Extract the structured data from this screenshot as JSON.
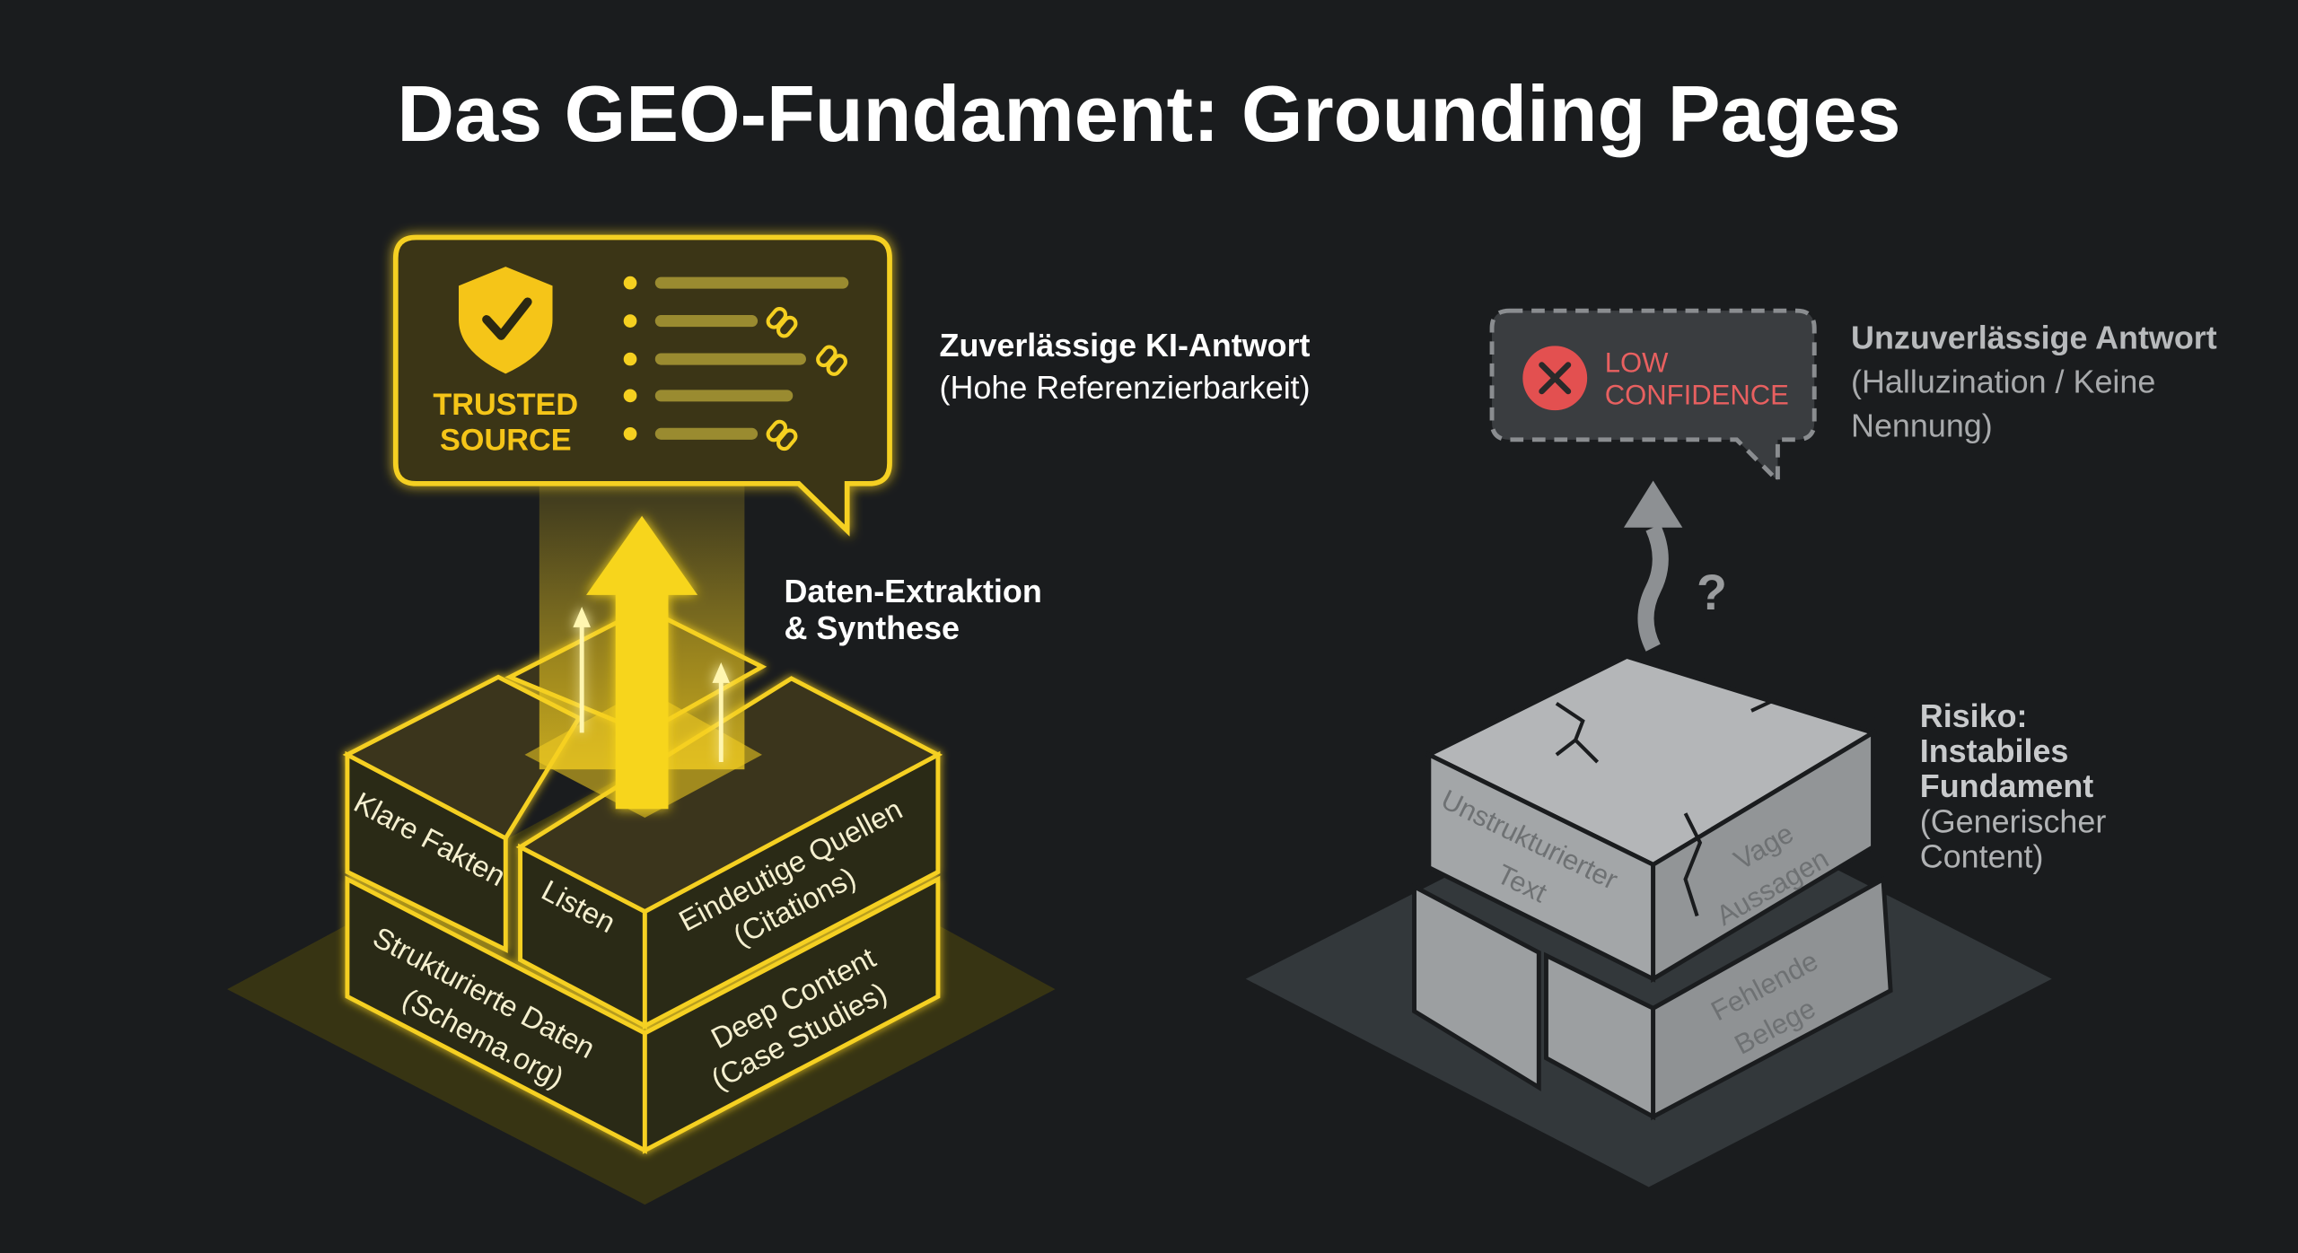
{
  "title": "Das GEO-Fundament: Grounding Pages",
  "colors": {
    "background": "#1a1c1e",
    "accent_yellow": "#f5d020",
    "danger_red": "#e35050",
    "stone_gray": "#a9abad"
  },
  "trusted": {
    "badge_line1": "TRUSTED",
    "badge_line2": "SOURCE",
    "icon": "shield-check-icon",
    "list_icon": "link-icon",
    "caption_title": "Zuverlässige KI-Antwort",
    "caption_sub": "(Hohe Referenzierbarkeit)"
  },
  "extraction": {
    "line1": "Daten-Extraktion",
    "line2": "& Synthese"
  },
  "blocks": {
    "klare_fakten": "Klare Fakten",
    "listen": "Listen",
    "quellen_1": "Eindeutige Quellen",
    "quellen_2": "(Citations)",
    "strukt_1": "Strukturierte Daten",
    "strukt_2": "(Schema.org)",
    "deep_1": "Deep Content",
    "deep_2": "(Case Studies)"
  },
  "low": {
    "line1": "LOW",
    "line2": "CONFIDENCE",
    "icon": "x-circle-icon",
    "caption_title": "Unzuverlässige Antwort",
    "caption_sub1": "(Halluzination / Keine",
    "caption_sub2": "Nennung)",
    "question": "?"
  },
  "stone": {
    "unstrukt_1": "Unstrukturierter",
    "unstrukt_2": "Text",
    "vage_1": "Vage",
    "vage_2": "Aussagen",
    "fehlende_1": "Fehlende",
    "fehlende_2": "Belege"
  },
  "risk": {
    "line1": "Risiko:",
    "line2": "Instabiles",
    "line3": "Fundament",
    "line4": "(Generischer",
    "line5": "Content)"
  }
}
